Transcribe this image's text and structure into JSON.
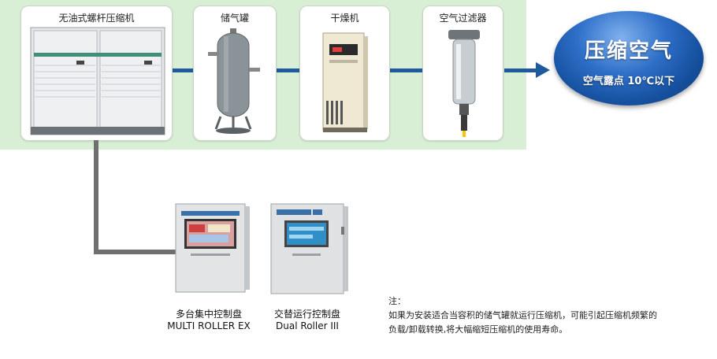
{
  "components": {
    "compressor": {
      "label": "无油式螺杆压缩机"
    },
    "tank": {
      "label": "储气罐"
    },
    "dryer": {
      "label": "干燥机"
    },
    "filter": {
      "label": "空气过滤器"
    }
  },
  "output": {
    "title": "压缩空气",
    "subtitle": "空气露点 10℃以下"
  },
  "controllers": {
    "multi_roller": {
      "name_cn": "多台集中控制盘",
      "name_en": "MULTI ROLLER EX"
    },
    "dual_roller": {
      "name_cn": "交替运行控制盘",
      "name_en": "Dual Roller III"
    }
  },
  "note": {
    "heading": "注：",
    "line1": "如果为安装适合当容积的储气罐就运行压缩机，可能引起压缩机频繁的",
    "line2": "负载/卸载转换,将大幅缩短压缩机的使用寿命。"
  },
  "colors": {
    "pipe": "#1f5a9e",
    "band": "#d9efd5",
    "bubble": "#2e6fc8",
    "control_wire": "#6f6f6f"
  }
}
